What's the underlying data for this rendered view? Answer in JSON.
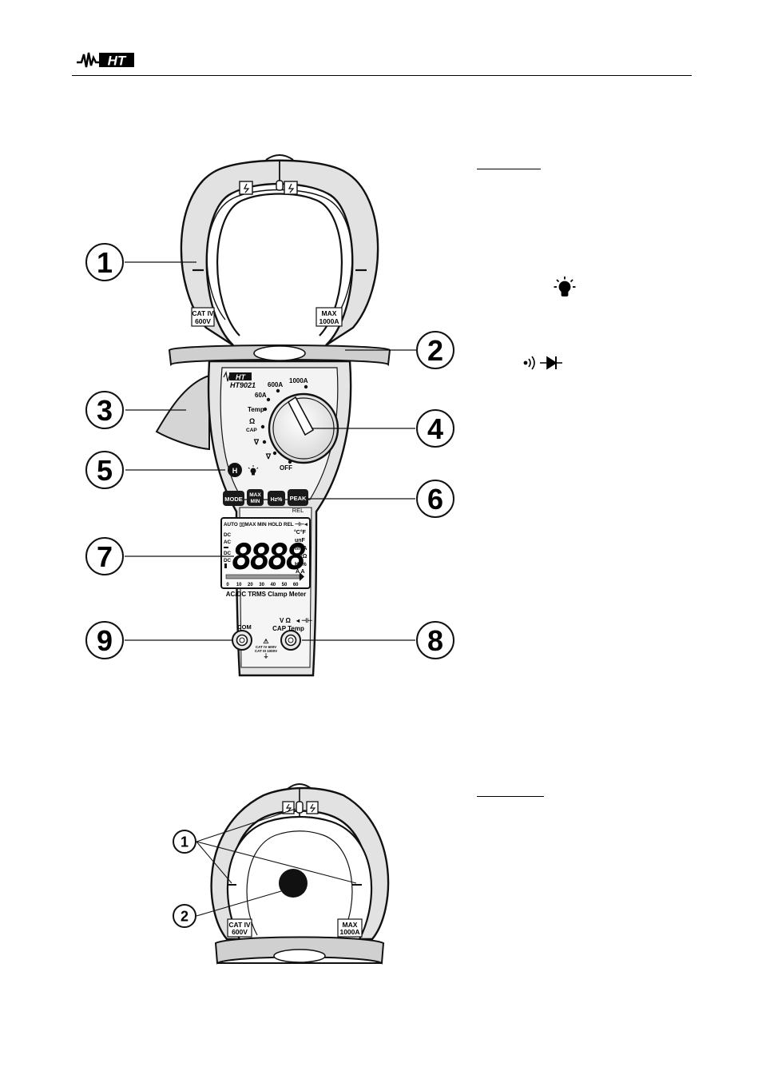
{
  "header": {
    "logo_text": "HT"
  },
  "figure1": {
    "callouts": [
      "1",
      "2",
      "3",
      "4",
      "5",
      "6",
      "7",
      "8",
      "9"
    ],
    "jaw_left_tag": [
      "CAT IV",
      "600V"
    ],
    "jaw_right_tag": [
      "MAX",
      "1000A"
    ],
    "model": "HT9021",
    "dial_positions": {
      "a1000": "1000A",
      "a600": "600A",
      "a60": "60A",
      "temp": "Temp",
      "ohm": "Ω",
      "cap": "CAP",
      "off": "OFF"
    },
    "buttons": {
      "mode": "MODE",
      "maxmin_1": "MAX",
      "maxmin_2": "MIN",
      "hz": "Hz%",
      "peak": "PEAK",
      "rel": "REL"
    },
    "hold_key": "H",
    "lcd": {
      "top_row": "AUTO ▯▯MAX MIN HOLD REL",
      "digits": "8888",
      "left_dc": "DC",
      "left_ac": "AC",
      "left_dc2": "DC",
      "left_dc3": "DC",
      "right_units": [
        "°C°F",
        "unF",
        "mVA",
        "MkΩ",
        "Hz%",
        "A  A"
      ],
      "scale": [
        "0",
        "10",
        "20",
        "30",
        "40",
        "50",
        "60"
      ]
    },
    "product_name": "AC/DC TRMS Clamp Meter",
    "terminals": {
      "com": "COM",
      "v_ohm": "V Ω",
      "cap_temp": "CAP Temp",
      "rating_1": "CAT IV 600V",
      "rating_2": "CAT III 1000V"
    }
  },
  "figure2": {
    "callouts": [
      "1",
      "2"
    ],
    "jaw_left_tag": [
      "CAT IV",
      "600V"
    ],
    "jaw_right_tag": [
      "MAX",
      "1000A"
    ]
  },
  "colors": {
    "ink": "#111111",
    "body_gray": "#d9d9d9",
    "key_black": "#1a1a1a"
  }
}
